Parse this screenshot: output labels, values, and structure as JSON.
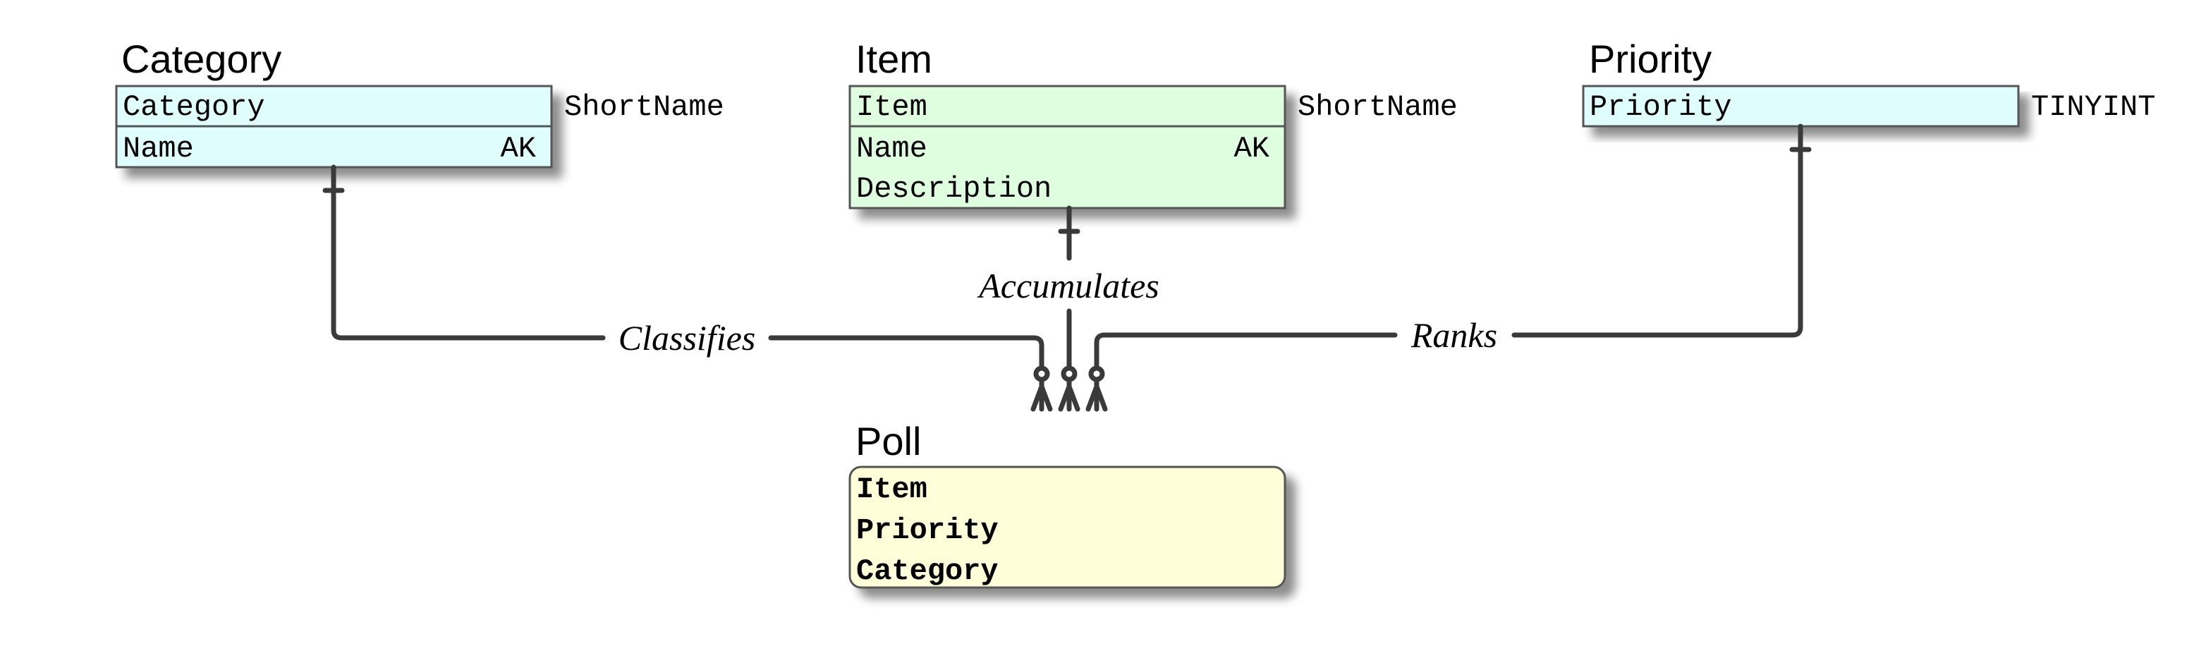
{
  "entities": {
    "category": {
      "title": "Category",
      "key": "Category",
      "key_type": "ShortName",
      "attributes": [
        {
          "name": "Name",
          "tag": "AK"
        }
      ],
      "color": "#dffdfd"
    },
    "item": {
      "title": "Item",
      "key": "Item",
      "key_type": "ShortName",
      "attributes": [
        {
          "name": "Name",
          "tag": "AK"
        },
        {
          "name": "Description",
          "tag": ""
        }
      ],
      "color": "#dffddf"
    },
    "priority": {
      "title": "Priority",
      "key": "Priority",
      "key_type": "TINYINT",
      "color": "#dffdfd"
    },
    "poll": {
      "title": "Poll",
      "attributes": [
        "Item",
        "Priority",
        "Category"
      ],
      "color": "#fefed9"
    }
  },
  "relationships": {
    "classifies": "Classifies",
    "accumulates": "Accumulates",
    "ranks": "Ranks"
  }
}
